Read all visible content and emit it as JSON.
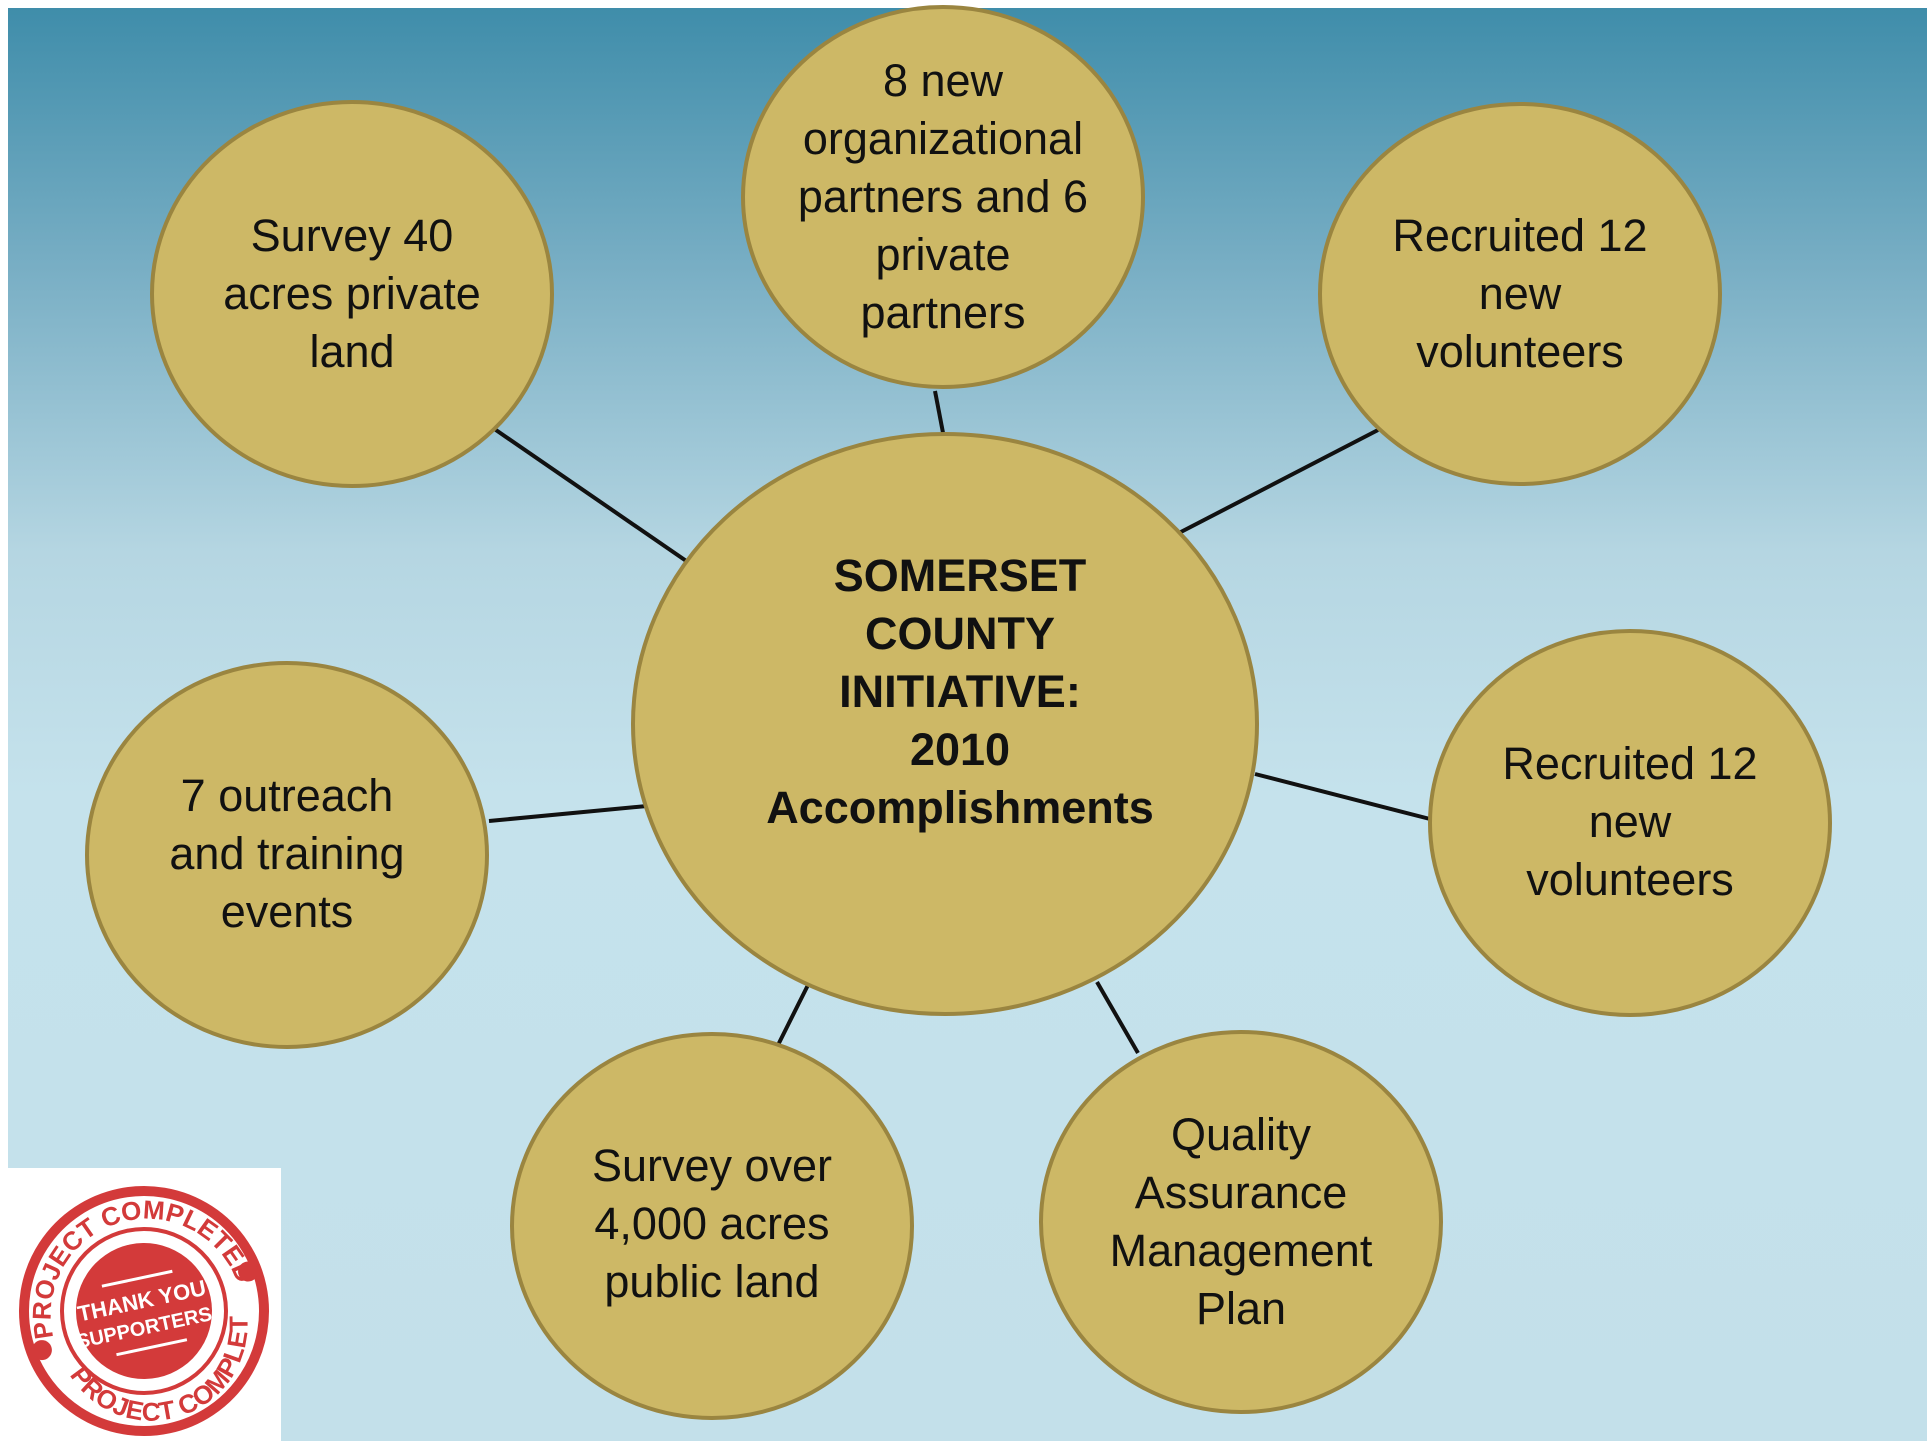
{
  "center": {
    "lines": [
      "SOMERSET",
      "COUNTY",
      "INITIATIVE:",
      "2010",
      "Accomplishments"
    ]
  },
  "nodes": [
    {
      "id": "survey-private",
      "lines": [
        "Survey 40",
        "acres private",
        "land"
      ]
    },
    {
      "id": "partners",
      "lines": [
        "8 new",
        "organizational",
        "partners and 6",
        "private",
        "partners"
      ]
    },
    {
      "id": "volunteers-top",
      "lines": [
        "Recruited 12",
        "new",
        "volunteers"
      ]
    },
    {
      "id": "volunteers-right",
      "lines": [
        "Recruited 12",
        "new",
        "volunteers"
      ]
    },
    {
      "id": "qa-plan",
      "lines": [
        "Quality",
        "Assurance",
        "Management",
        "Plan"
      ]
    },
    {
      "id": "survey-public",
      "lines": [
        "Survey over",
        "4,000 acres",
        "public land"
      ]
    },
    {
      "id": "outreach",
      "lines": [
        "7 outreach",
        "and training",
        "events"
      ]
    }
  ],
  "badge": {
    "ring_top": "PROJECT COMPLETED",
    "ring_bottom": "PROJECT COMPLETED",
    "center_line1": "THANK YOU",
    "center_line2": "SUPPORTERS!"
  },
  "colors": {
    "bubble_fill": "#cdb866",
    "bubble_stroke": "#9a8540",
    "connector": "#111111",
    "badge_red": "#d33a3a"
  }
}
